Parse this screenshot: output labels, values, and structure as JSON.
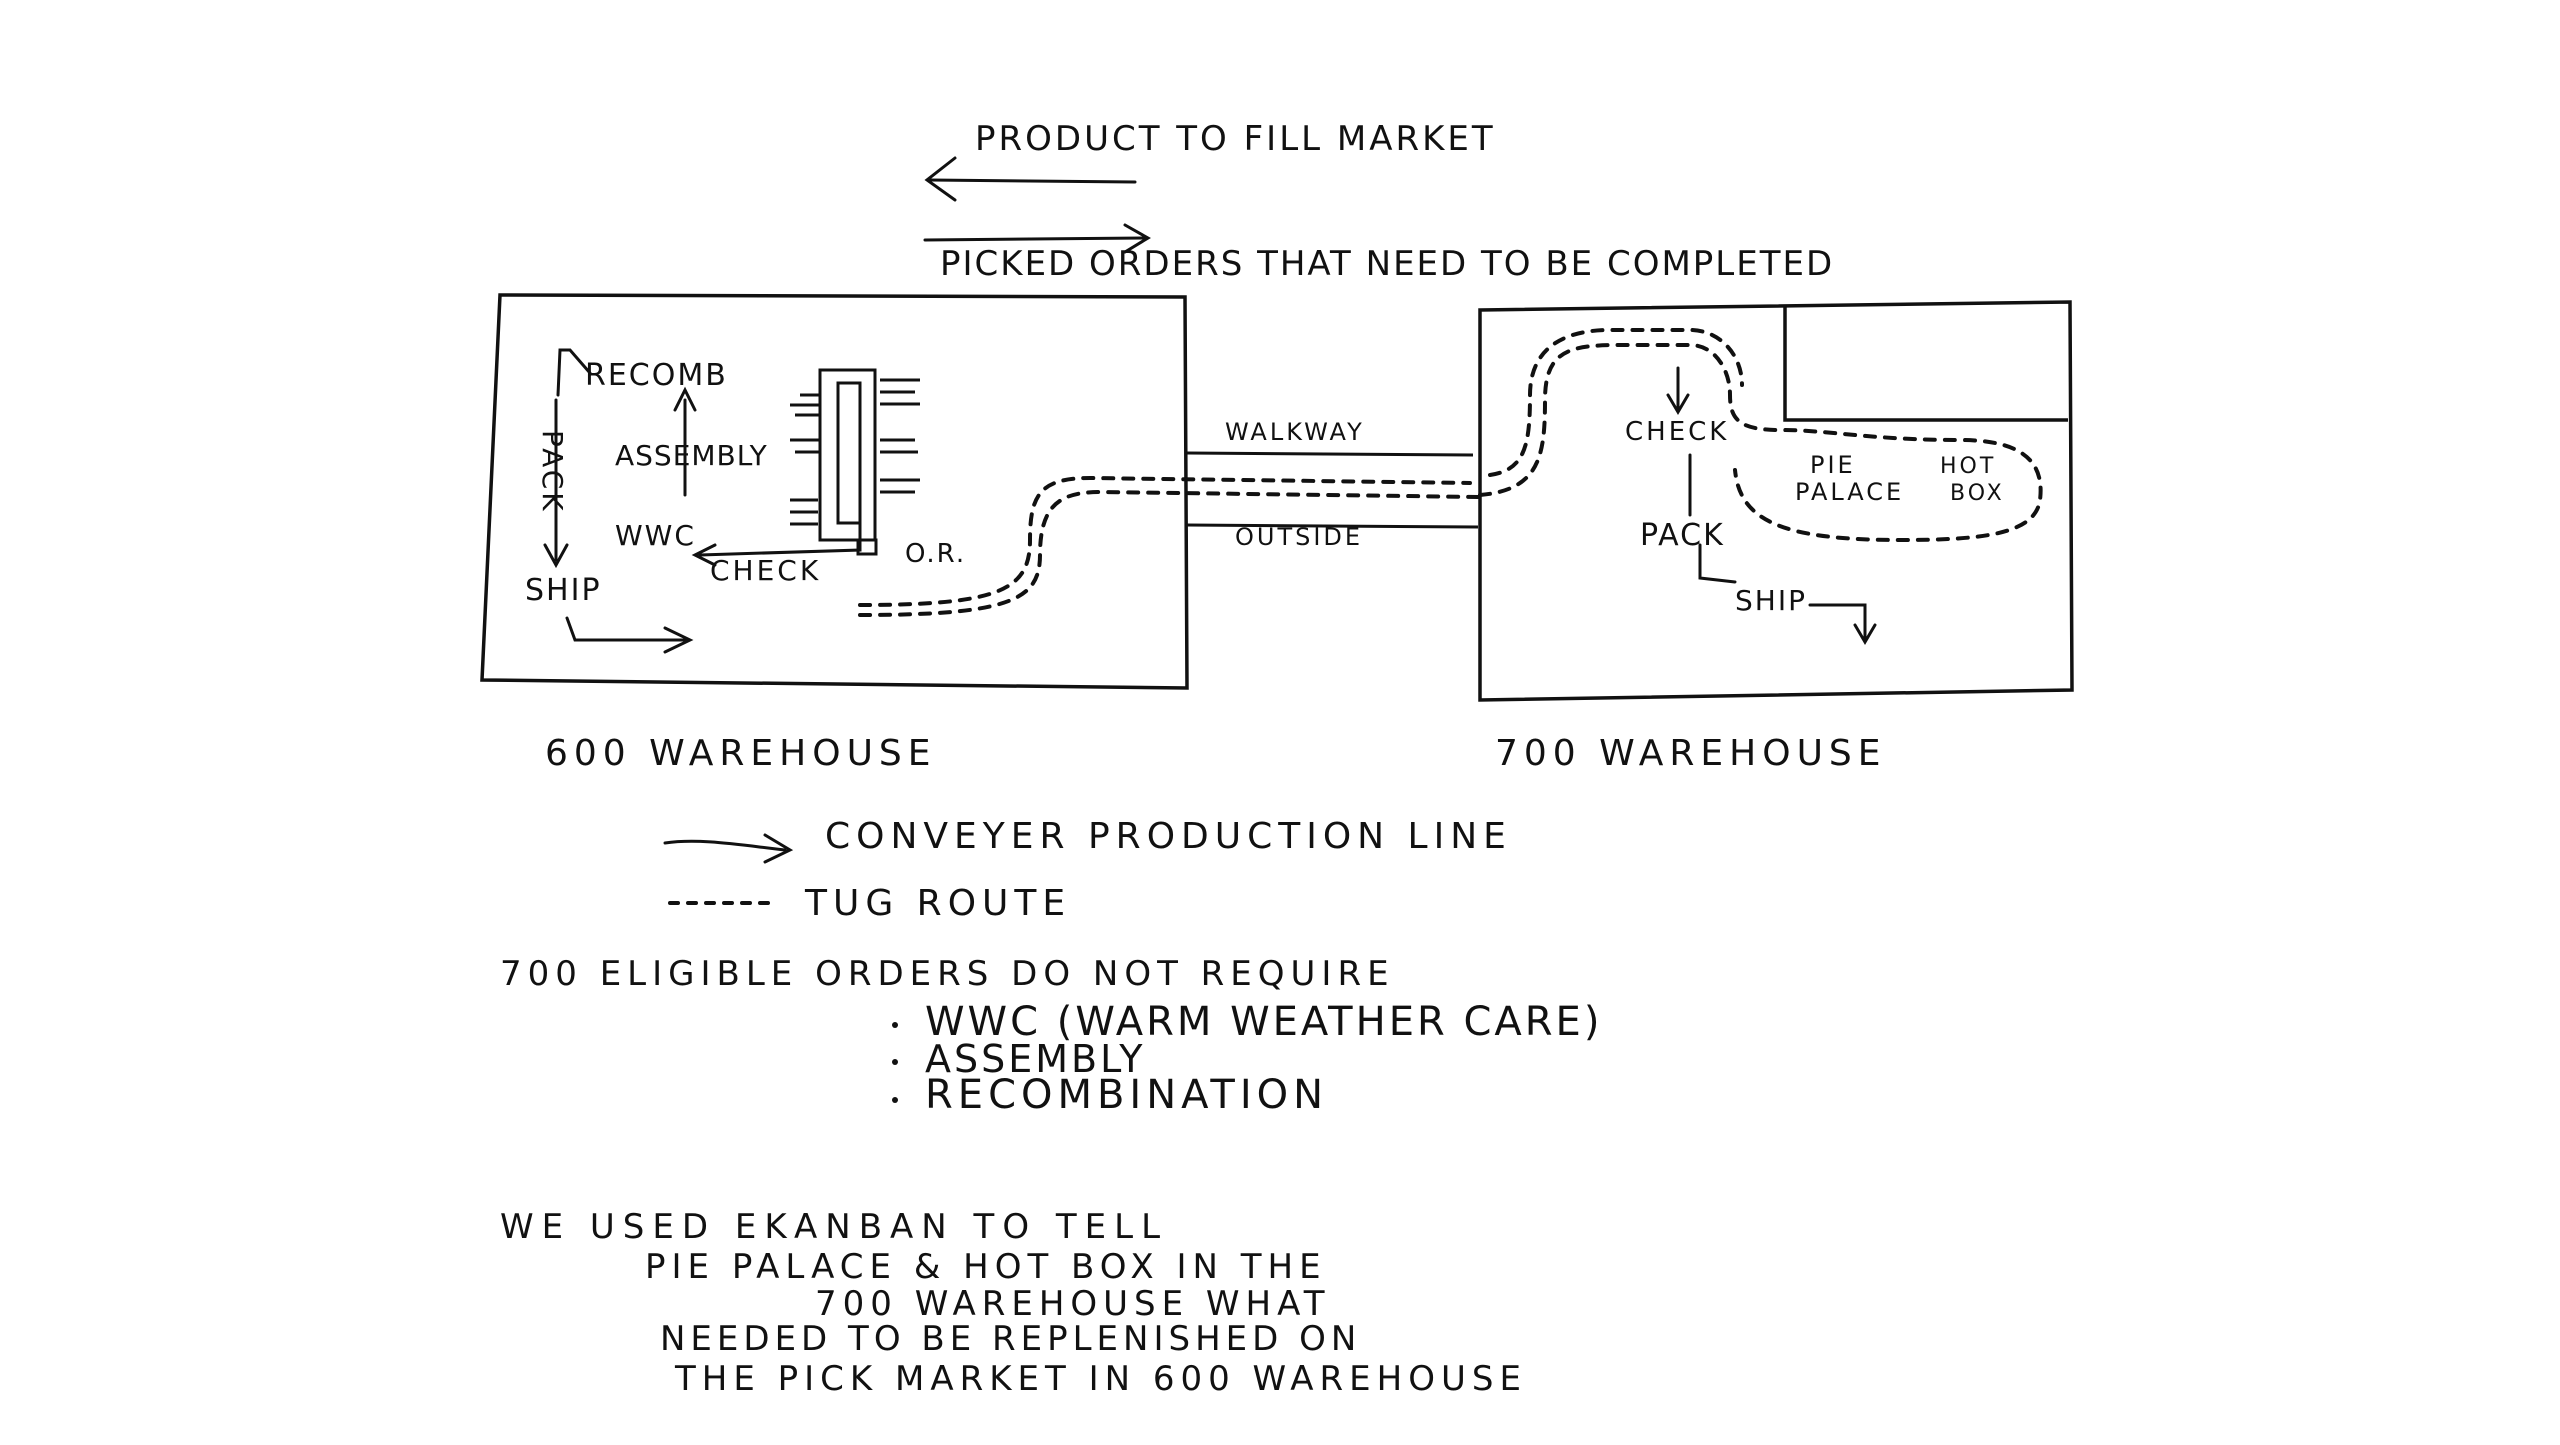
{
  "header": {
    "arrow_left_label": "PRODUCT TO FILL MARKET",
    "arrow_right_label": "PICKED ORDERS THAT NEED TO BE COMPLETED"
  },
  "warehouse_600": {
    "name": "600 WAREHOUSE",
    "labels": {
      "recomb": "RECOMB",
      "assembly": "ASSEMBLY",
      "pack": "PACK",
      "wwc": "WWC",
      "check": "CHECK",
      "ship": "SHIP",
      "or": "O.R."
    }
  },
  "connector": {
    "walkway": "WALKWAY",
    "outside": "OUTSIDE"
  },
  "warehouse_700": {
    "name": "700 WAREHOUSE",
    "labels": {
      "check": "CHECK",
      "pie_palace_1": "PIE",
      "pie_palace_2": "PALACE",
      "hot_box_1": "HOT",
      "hot_box_2": "BOX",
      "pack": "PACK",
      "ship": "SHIP"
    }
  },
  "legend": {
    "conveyor": "CONVEYER PRODUCTION LINE",
    "tug": "TUG ROUTE"
  },
  "notes": {
    "eligible_title": "700 ELIGIBLE ORDERS DO NOT REQUIRE",
    "bullets": [
      "WWC (WARM WEATHER CARE)",
      "ASSEMBLY",
      "RECOMBINATION"
    ],
    "ekanban_lines": [
      "WE USED EKANBAN TO TELL",
      "PIE PALACE & HOT BOX IN THE",
      "700 WAREHOUSE WHAT",
      "NEEDED TO BE REPLENISHED ON",
      "THE PICK MARKET IN 600 WAREHOUSE"
    ]
  },
  "colors": {
    "ink": "#111111",
    "paper": "#ffffff"
  }
}
